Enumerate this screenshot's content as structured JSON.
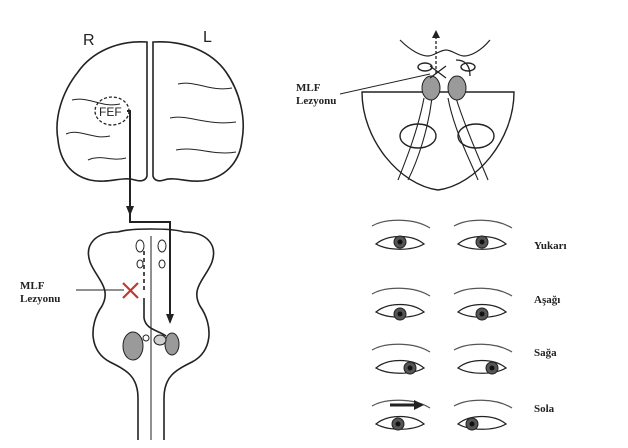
{
  "brain": {
    "right_label": "R",
    "left_label": "L",
    "fef_label": "FEF"
  },
  "lesion_left": {
    "line1": "MLF",
    "line2": "Lezyonu"
  },
  "lesion_top": {
    "line1": "MLF",
    "line2": "Lezyonu"
  },
  "gaze": {
    "up": "Yukarı",
    "down": "Aşağı",
    "right": "Sağa",
    "left": "Sola"
  },
  "colors": {
    "ink": "#222222",
    "lesion_mark": "#c0392b"
  }
}
